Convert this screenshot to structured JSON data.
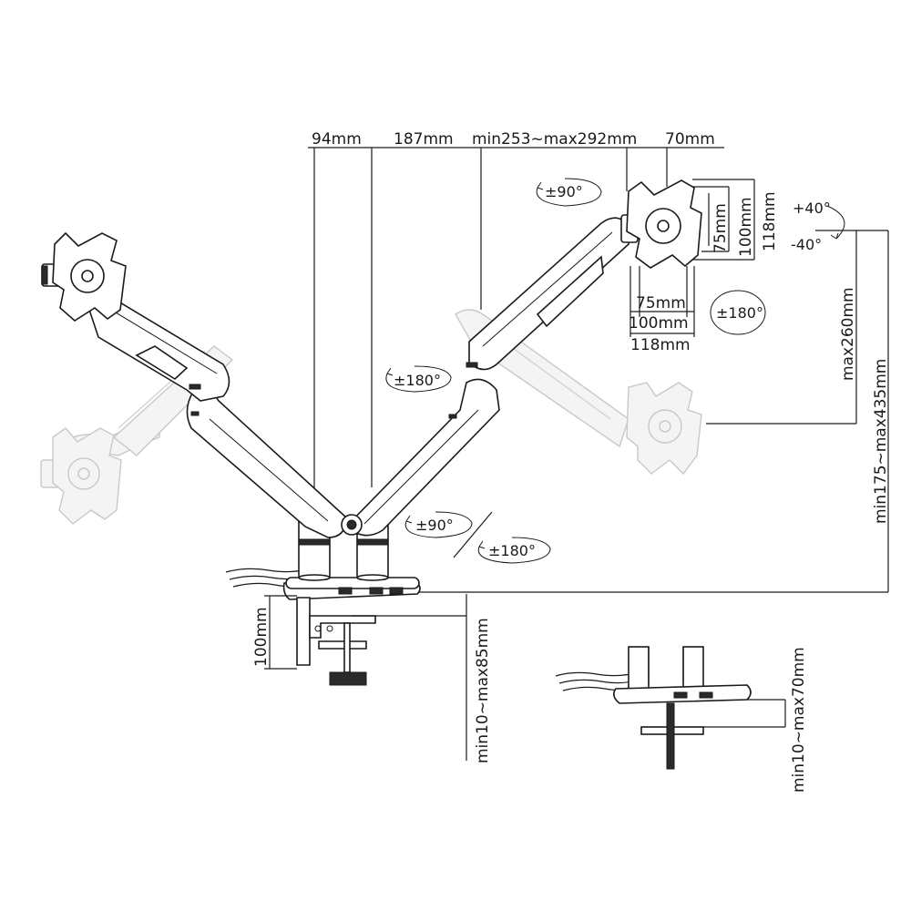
{
  "dimensions": {
    "pole_offset": "94mm",
    "lower_arm": "187mm",
    "upper_arm": "min253~max292mm",
    "head": "70mm",
    "vesa_h_75": "75mm",
    "vesa_h_100": "100mm",
    "vesa_h_118": "118mm",
    "vesa_w_75": "75mm",
    "vesa_w_100": "100mm",
    "vesa_w_118": "118mm",
    "height_adjust": "max260mm",
    "total_height": "min175~max435mm",
    "clamp_depth": "100mm",
    "clamp_range": "min10~max85mm",
    "grommet_range": "min10~max70mm"
  },
  "rotations": {
    "tilt_up": "+40°",
    "tilt_down": "-40°",
    "swivel_head": "±90°",
    "rotate_screen": "±180°",
    "rotate_arm_joint": "±180°",
    "rotate_base_arm": "±90°",
    "rotate_base": "±180°"
  },
  "colors": {
    "line": "#1a1a1a",
    "ghost": "#c8c8c8",
    "background": "#ffffff"
  }
}
